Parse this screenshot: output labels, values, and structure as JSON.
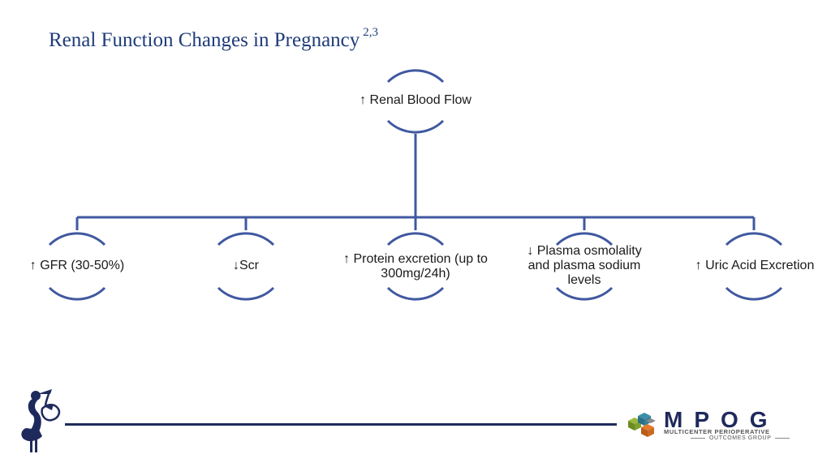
{
  "title": {
    "text": "Renal Function Changes in Pregnancy",
    "superscript": "2,3"
  },
  "diagram": {
    "colors": {
      "connector": "#4058a0",
      "title": "#1f3c7a",
      "footer_line": "#1f2a5c"
    },
    "root": {
      "label": "↑ Renal Blood Flow"
    },
    "children": [
      {
        "label": "↑ GFR (30-50%)"
      },
      {
        "label": "↓Scr"
      },
      {
        "label": "↑ Protein excretion (up to 300mg/24h)"
      },
      {
        "label": "↓ Plasma osmolality and plasma sodium levels"
      },
      {
        "label": "↑ Uric Acid Excretion"
      }
    ]
  },
  "logo": {
    "name": "MPOG",
    "line1": "MULTICENTER PERIOPERATIVE",
    "line2": "OUTCOMES GROUP"
  },
  "icons": [
    "stork-icon",
    "mpog-cube-icon"
  ]
}
